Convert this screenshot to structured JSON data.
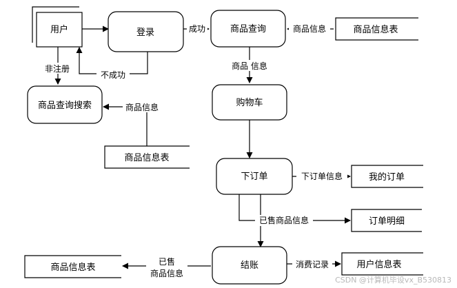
{
  "nodes": {
    "user": "用户",
    "login": "登录",
    "product_query": "商品查询",
    "product_search": "商品查询搜索",
    "cart": "购物车",
    "place_order": "下订单",
    "checkout": "结账"
  },
  "stores": {
    "product_info_table_top": "商品信息表",
    "product_info_table_mid": "商品信息表",
    "my_orders": "我的订单",
    "order_details": "订单明细",
    "product_info_table_bottom": "商品信息表",
    "user_info_table": "用户信息表"
  },
  "flows": {
    "success": "成功",
    "not_registered": "非注册",
    "failed": "不成功",
    "product_info_in_query": "商品信息",
    "product_info_query_to_cart": "商品 信息",
    "product_info_to_search": "商品信息",
    "order_info": "下订单信息",
    "sold_product_info": "已售商品信息",
    "sold_line1": "已售",
    "sold_line2": "商品信息",
    "consumption_record": "消费记录"
  },
  "watermark": "CSDN @计算机毕设vx_B530813"
}
